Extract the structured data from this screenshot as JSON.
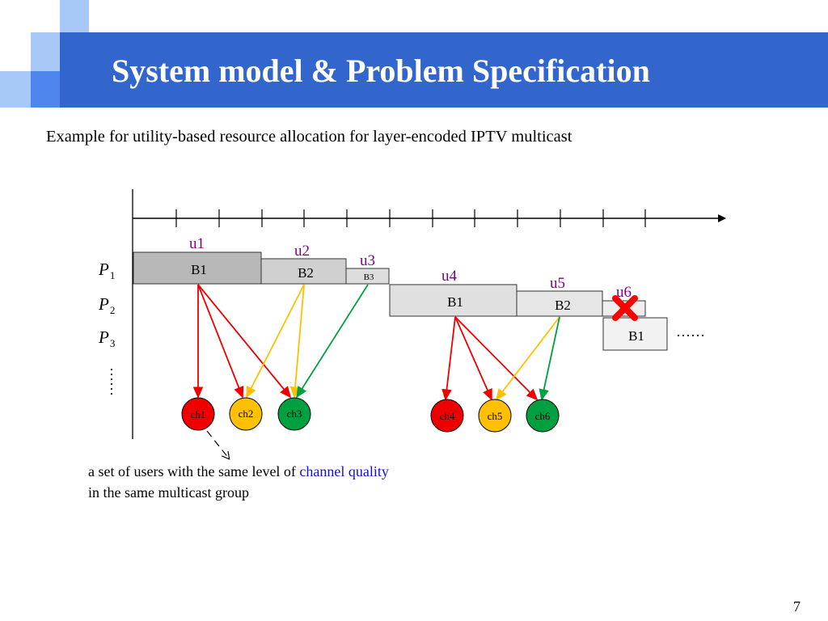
{
  "colors": {
    "title_bar": "#3366cc",
    "deco_dark": "#4f86ee",
    "deco_light": "#a8c8f8",
    "user_label": "#800080",
    "ch_red": "#ee0000",
    "ch_yellow": "#ffc000",
    "ch_green": "#00a040",
    "highlight_text": "#1111cc",
    "cross": "#ff0000"
  },
  "slide": {
    "title": "System model & Problem Specification",
    "subtitle": "Example for utility-based resource allocation for layer-encoded IPTV multicast",
    "page_number": "7"
  },
  "diagram": {
    "rows": [
      {
        "letter": "P",
        "sub": "1"
      },
      {
        "letter": "P",
        "sub": "2"
      },
      {
        "letter": "P",
        "sub": "3"
      }
    ],
    "rows_more": "……",
    "blocks_more": "……",
    "users": [
      "u1",
      "u2",
      "u3",
      "u4",
      "u5",
      "u6"
    ],
    "blocks": [
      "B1",
      "B2",
      "B3",
      "B1",
      "B2",
      "B1"
    ],
    "channels": [
      "ch1",
      "ch2",
      "ch3",
      "ch4",
      "ch5",
      "ch6"
    ],
    "dropped_user": "u6",
    "cross_icon": "x-mark-icon"
  },
  "caption": {
    "line1_before": "a set of users with the same level of ",
    "line1_highlight": "channel quality",
    "line2": "in the same multicast group"
  }
}
